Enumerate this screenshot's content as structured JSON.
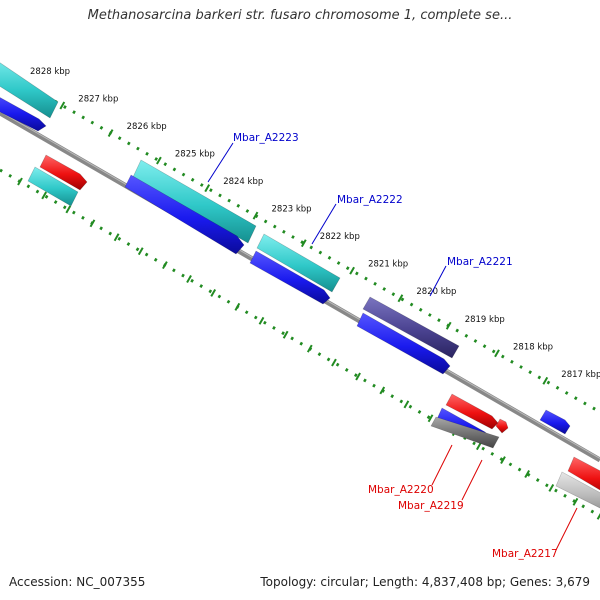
{
  "title": "Methanosarcina barkeri str. fusaro chromosome 1, complete se...",
  "colors": {
    "background": "#ffffff",
    "backbone": "#808080",
    "ruler": "#228b22",
    "tick_label": "#111111",
    "gene_label_forward": "#0000cc",
    "gene_label_reverse": "#dd0000",
    "cyan": "#33cccc",
    "blue": "#1a1aee",
    "navy": "#4a4290",
    "red": "#ee1111",
    "grey": "#707070",
    "light_grey": "#bcbcbc"
  },
  "ruler_ticks": [
    "2828 kbp",
    "2827 kbp",
    "2826 kbp",
    "2825 kbp",
    "2824 kbp",
    "2823 kbp",
    "2822 kbp",
    "2821 kbp",
    "2820 kbp",
    "2819 kbp",
    "2818 kbp",
    "2817 kbp"
  ],
  "gene_labels": {
    "forward": [
      "Mbar_A2223",
      "Mbar_A2222",
      "Mbar_A2221"
    ],
    "reverse": [
      "Mbar_A2220",
      "Mbar_A2219",
      "Mbar_A2217"
    ]
  },
  "features": [
    {
      "track": "outer-cyan",
      "color": "cyan",
      "shape": "bar"
    },
    {
      "track": "outer-cyan",
      "color": "cyan",
      "shape": "bar"
    },
    {
      "track": "outer-cyan",
      "color": "cyan",
      "shape": "bar"
    },
    {
      "track": "outer-blue",
      "color": "blue",
      "shape": "arrow"
    },
    {
      "track": "outer-blue",
      "color": "blue",
      "shape": "arrow"
    },
    {
      "track": "outer-blue",
      "color": "blue",
      "shape": "arrow"
    },
    {
      "track": "outer-blue",
      "color": "navy",
      "shape": "bar"
    },
    {
      "track": "outer-blue",
      "color": "blue",
      "shape": "arrow"
    },
    {
      "track": "outer-blue",
      "color": "blue",
      "shape": "arrow"
    },
    {
      "track": "inner-red",
      "color": "red",
      "shape": "arrow"
    },
    {
      "track": "inner-cyan",
      "color": "cyan",
      "shape": "bar"
    },
    {
      "track": "inner-red",
      "color": "red",
      "shape": "arrow"
    },
    {
      "track": "inner-red",
      "color": "red",
      "shape": "arrow"
    },
    {
      "track": "inner-blue",
      "color": "blue",
      "shape": "arrow"
    },
    {
      "track": "inner-grey",
      "color": "grey",
      "shape": "bar"
    },
    {
      "track": "inner-red",
      "color": "red",
      "shape": "arrow"
    },
    {
      "track": "inner-grey",
      "color": "light_grey",
      "shape": "bar"
    }
  ],
  "footer": {
    "accession": "Accession: NC_007355",
    "topology": "Topology: circular; Length: 4,837,408 bp; Genes: 3,679"
  }
}
